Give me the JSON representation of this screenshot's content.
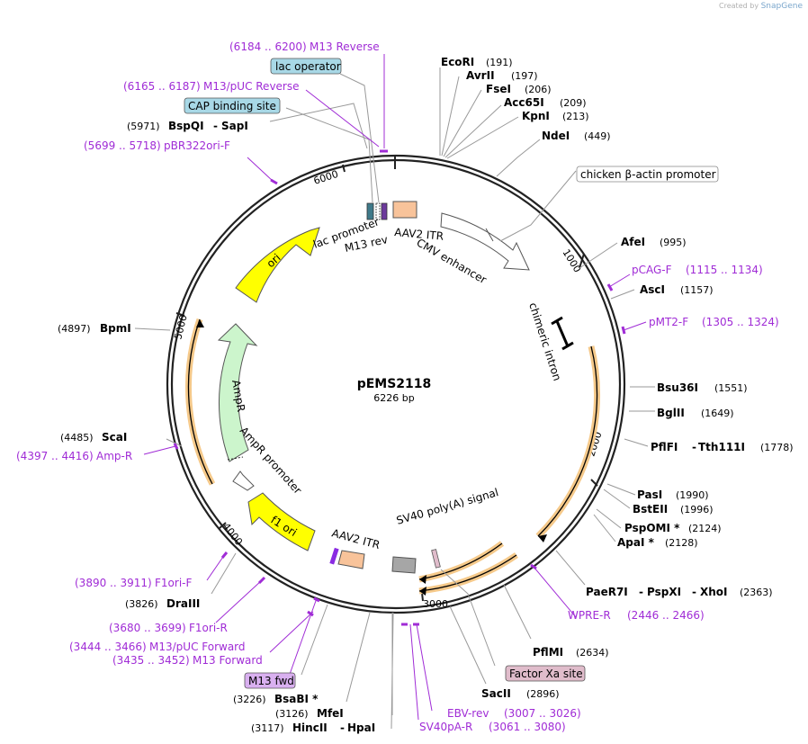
{
  "credit": {
    "prefix": "Created by",
    "brand": "SnapGene"
  },
  "plasmid": {
    "name": "pEMS2118",
    "size": "6226 bp"
  },
  "ticks": [
    "1000",
    "2000",
    "3000",
    "4000",
    "5000",
    "6000"
  ],
  "sites": {
    "ecori": {
      "name": "EcoRI",
      "pos": "(191)"
    },
    "avrii": {
      "name": "AvrII",
      "pos": "(197)"
    },
    "fsei": {
      "name": "FseI",
      "pos": "(206)"
    },
    "acc65i": {
      "name": "Acc65I",
      "pos": "(209)"
    },
    "kpni": {
      "name": "KpnI",
      "pos": "(213)"
    },
    "ndei": {
      "name": "NdeI",
      "pos": "(449)"
    },
    "afei": {
      "name": "AfeI",
      "pos": "(995)"
    },
    "asci": {
      "name": "AscI",
      "pos": "(1157)"
    },
    "bsu36i": {
      "name": "Bsu36I",
      "pos": "(1551)"
    },
    "bglii": {
      "name": "BglII",
      "pos": "(1649)"
    },
    "pflfi": {
      "name": "PflFI",
      "name2": "Tth111I",
      "pos": "(1778)"
    },
    "pasi": {
      "name": "PasI",
      "pos": "(1990)"
    },
    "bsteii": {
      "name": "BstEII",
      "pos": "(1996)"
    },
    "pspomi": {
      "name": "PspOMI *",
      "pos": "(2124)"
    },
    "apai": {
      "name": "ApaI *",
      "pos": "(2128)"
    },
    "paer7i": {
      "name": "PaeR7I",
      "name2": "PspXI",
      "name3": "XhoI",
      "pos": "(2363)"
    },
    "pflmi": {
      "name": "PflMI",
      "pos": "(2634)"
    },
    "sacii": {
      "name": "SacII",
      "pos": "(2896)"
    },
    "mfei": {
      "name": "MfeI",
      "pos": "(3126)"
    },
    "hincii": {
      "name": "HincII",
      "name2": "HpaI",
      "pos": "(3117)"
    },
    "bsabi": {
      "name": "BsaBI *",
      "pos": "(3226)"
    },
    "draiii": {
      "name": "DraIII",
      "pos": "(3826)"
    },
    "scai": {
      "name": "ScaI",
      "pos": "(4485)"
    },
    "bpmi": {
      "name": "BpmI",
      "pos": "(4897)"
    },
    "bspqi": {
      "name": "BspQI",
      "name2": "SapI",
      "pos": "(5971)"
    }
  },
  "primers": {
    "m13rev": {
      "range": "(6184 .. 6200)",
      "name": "M13 Reverse"
    },
    "m13puc_rev": {
      "range": "(6165 .. 6187)",
      "name": "M13/pUC Reverse"
    },
    "pbr322": {
      "range": "(5699 .. 5718)",
      "name": "pBR322ori-F"
    },
    "pcag": {
      "name": "pCAG-F",
      "range": "(1115 .. 1134)"
    },
    "pmt2": {
      "name": "pMT2-F",
      "range": "(1305 .. 1324)"
    },
    "wpre": {
      "name": "WPRE-R",
      "range": "(2446 .. 2466)"
    },
    "ebv": {
      "name": "EBV-rev",
      "range": "(3007 .. 3026)"
    },
    "sv40pa": {
      "name": "SV40pA-R",
      "range": "(3061 .. 3080)"
    },
    "m13fwd": {
      "range": "(3435 .. 3452)",
      "name": "M13 Forward"
    },
    "m13puc_fwd": {
      "range": "(3444 .. 3466)",
      "name": "M13/pUC Forward"
    },
    "f1ori_r": {
      "range": "(3680 .. 3699)",
      "name": "F1ori-R"
    },
    "f1ori_f": {
      "range": "(3890 .. 3911)",
      "name": "F1ori-F"
    },
    "amp_r": {
      "range": "(4397 .. 4416)",
      "name": "Amp-R"
    }
  },
  "boxed": {
    "lac_operator": "lac operator",
    "cap_site": "CAP binding site",
    "chicken_promoter": "chicken β-actin promoter",
    "factor_xa": "Factor Xa site",
    "m13_fwd": "M13 fwd"
  },
  "features": {
    "lac_promoter": "lac promoter",
    "m13_rev": "M13 rev",
    "aav2_itr_top": "AAV2 ITR",
    "cmv_enhancer": "CMV enhancer",
    "chimeric_intron": "chimeric intron",
    "ori": "ori",
    "ampr": "AmpR",
    "ampr_promoter": "AmpR promoter",
    "f1_ori": "f1 ori",
    "aav2_itr_bottom": "AAV2 ITR",
    "sv40": "SV40 poly(A) signal"
  },
  "colors": {
    "primer": "#a02cd6",
    "ori": "#ffff00",
    "ampr": "#ccf5cc",
    "itr": "#f8c39a",
    "orf_glow": "#f5c98a",
    "sv40": "#a6a6a6",
    "lac_box": "#a8d8e6",
    "factor_xa_box": "#e0bccb",
    "m13fwd_box": "#d9b0f0"
  }
}
